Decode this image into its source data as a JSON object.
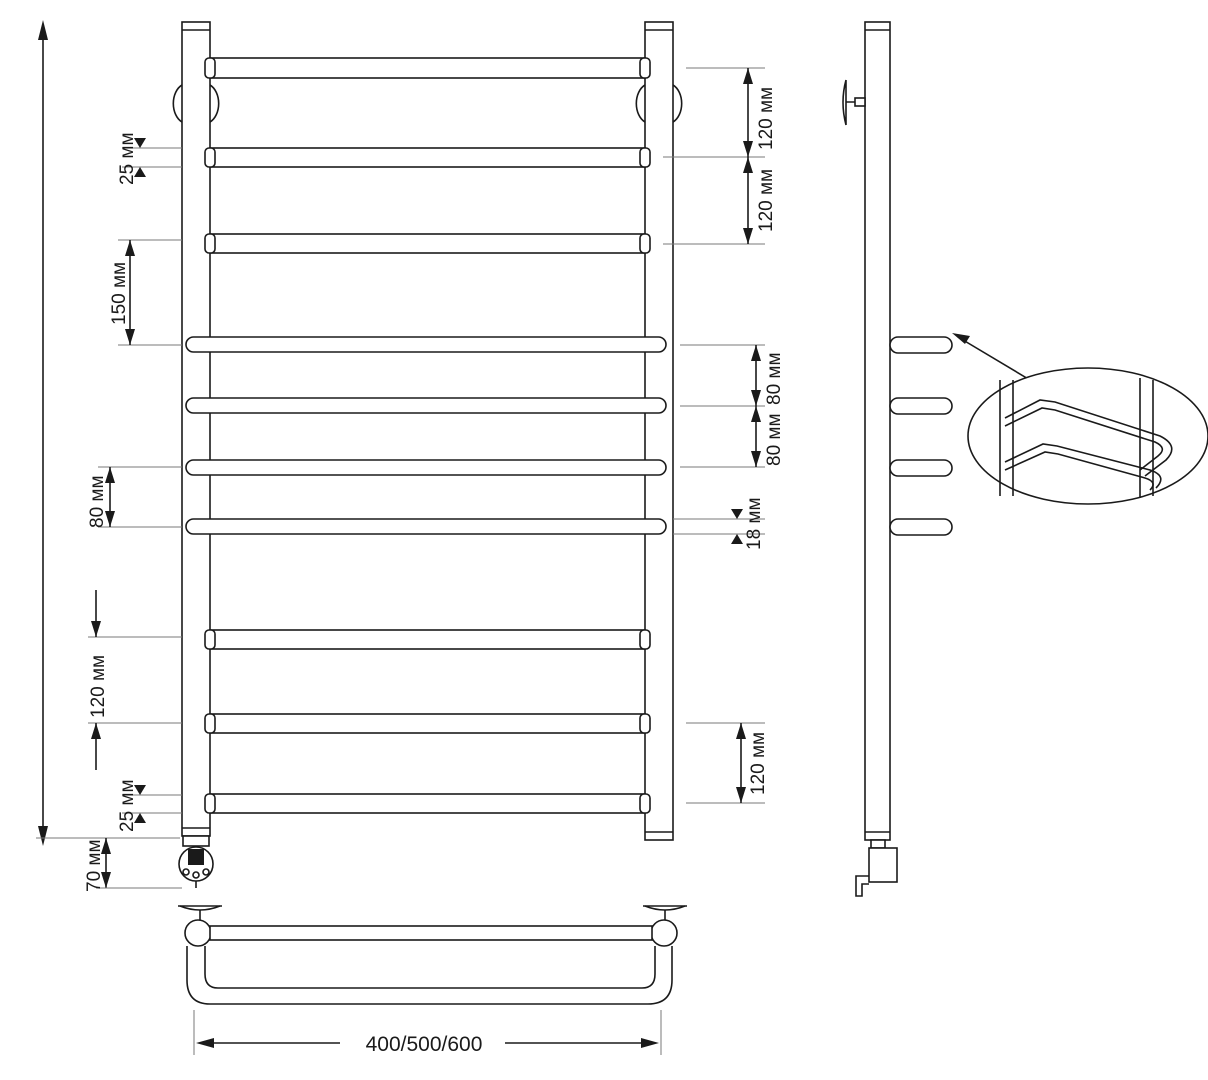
{
  "labels": {
    "d_25_top": "25 мм",
    "d_150": "150 мм",
    "d_80_left": "80 мм",
    "d_120_left": "120 мм",
    "d_25_bottom": "25 мм",
    "d_70": "70 мм",
    "d_120_r1": "120 мм",
    "d_120_r2": "120 мм",
    "d_80_r1": "80 мм",
    "d_80_r2": "80 мм",
    "d_18": "18 мм",
    "d_120_r3": "120 мм",
    "width": "400/500/600"
  }
}
